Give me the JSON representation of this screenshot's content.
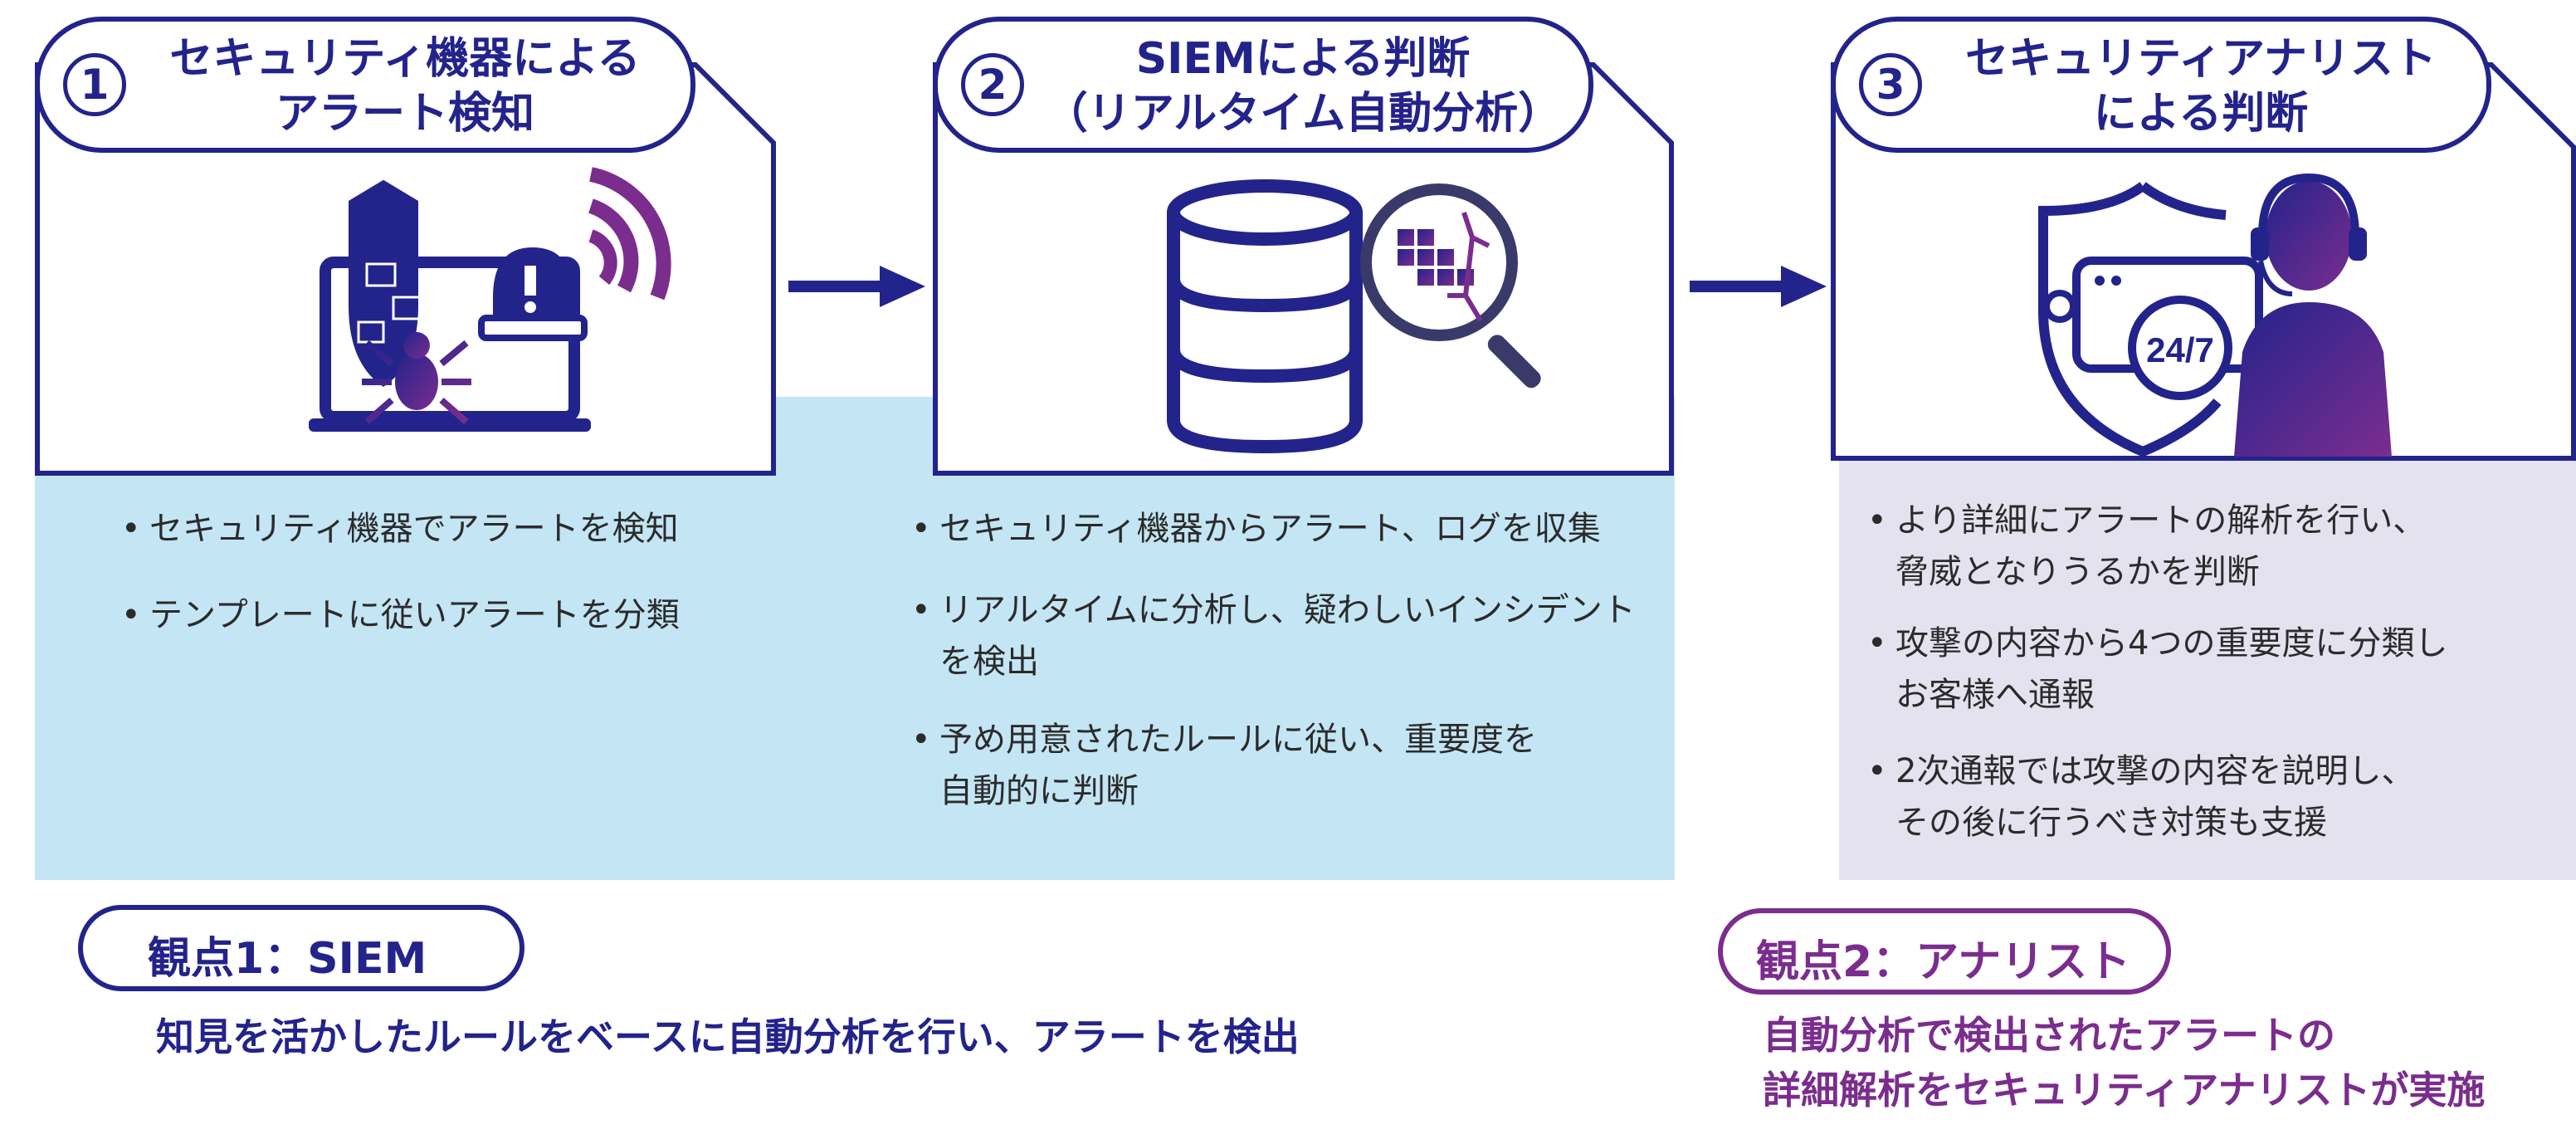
{
  "colors": {
    "navy": "#23238c",
    "purple": "#7b2d8e",
    "light_blue": "#c4e5f4",
    "lavender": "#e3e2ee",
    "text": "#2b2b2b"
  },
  "steps": [
    {
      "number": "1",
      "title_line1": "セキュリティ機器による",
      "title_line2": "アラート検知",
      "icon": "laptop-shield-alert-bug-icon",
      "bullets": [
        "セキュリティ機器でアラートを検知",
        "テンプレートに従いアラートを分類"
      ]
    },
    {
      "number": "2",
      "title_line1": "SIEMによる判断",
      "title_line2": "（リアルタイム自動分析）",
      "icon": "database-magnifier-icon",
      "bullets": [
        "セキュリティ機器からアラート、ログを収集",
        "リアルタイムに分析し、疑わしいインシデント",
        "を検出",
        "予め用意されたルールに従い、重要度を",
        "自動的に判断"
      ]
    },
    {
      "number": "3",
      "title_line1": "セキュリティアナリスト",
      "title_line2": "による判断",
      "icon": "analyst-24-7-shield-icon",
      "bullets": [
        "より詳細にアラートの解析を行い、",
        "脅威となりうるかを判断",
        "攻撃の内容から4つの重要度に分類し",
        "お客様へ通報",
        "2次通報では攻撃の内容を説明し、",
        "その後に行うべき対策も支援"
      ]
    }
  ],
  "viewpoints": [
    {
      "label": "観点1：SIEM",
      "description_line1": "知見を活かしたルールをベースに自動分析を行い、アラートを検出",
      "description_line2": ""
    },
    {
      "label": "観点2：アナリスト",
      "description_line1": "自動分析で検出されたアラートの",
      "description_line2": "詳細解析をセキュリティアナリストが実施"
    }
  ],
  "bullet_glyph": "•",
  "icon_text_24_7": "24/7"
}
